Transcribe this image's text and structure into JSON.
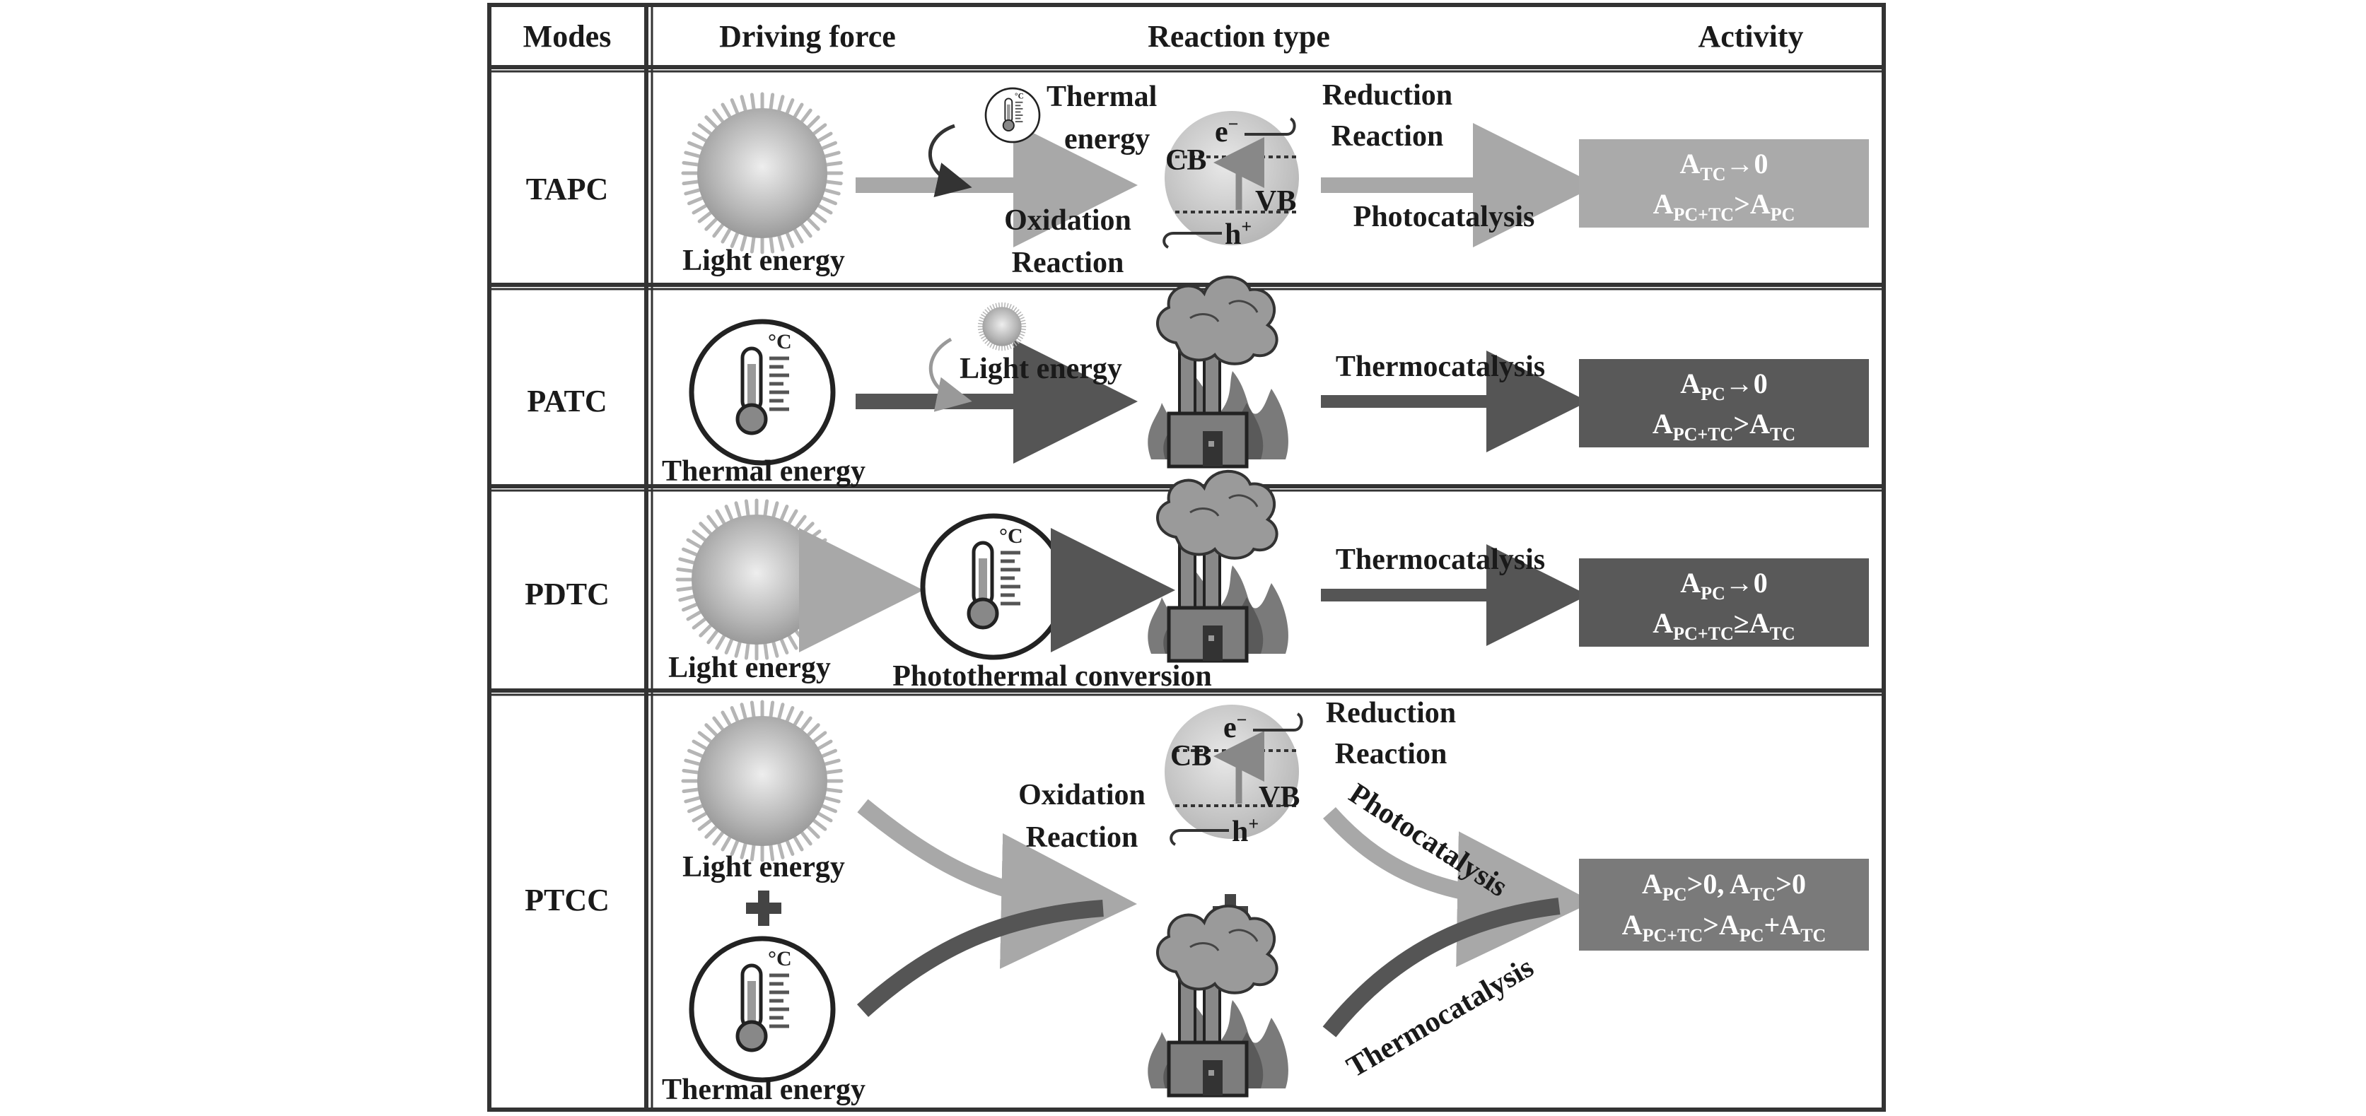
{
  "headers": {
    "modes": "Modes",
    "driving_force": "Driving force",
    "reaction_type": "Reaction type",
    "activity": "Activity"
  },
  "rows": {
    "tapc": {
      "mode": "TAPC",
      "light_energy": "Light energy",
      "thermal": [
        "Thermal",
        "energy"
      ],
      "oxidation": [
        "Oxidation",
        "Reaction"
      ],
      "reduction": [
        "Reduction",
        "Reaction"
      ],
      "cb": "CB",
      "vb": "VB",
      "electron": "e",
      "hole": "h",
      "process": "Photocatalysis",
      "activity_line1": "A_TC→0",
      "activity_line2": "A_PC+TC>A_PC",
      "activity_color": "#aaaaaa"
    },
    "patc": {
      "mode": "PATC",
      "thermal_energy": "Thermal energy",
      "light_energy": "Light energy",
      "process": "Thermocatalysis",
      "activity_line1": "A_PC→0",
      "activity_line2": "A_PC+TC>A_TC",
      "activity_color": "#595959"
    },
    "pdtc": {
      "mode": "PDTC",
      "light_energy": "Light energy",
      "conversion": "Photothermal conversion",
      "process": "Thermocatalysis",
      "activity_line1": "A_PC→0",
      "activity_line2": "A_PC+TC≥A_TC",
      "activity_color": "#595959"
    },
    "ptcc": {
      "mode": "PTCC",
      "light_energy": "Light energy",
      "thermal_energy": "Thermal energy",
      "oxidation": [
        "Oxidation",
        "Reaction"
      ],
      "reduction": [
        "Reduction",
        "Reaction"
      ],
      "cb": "CB",
      "vb": "VB",
      "electron": "e",
      "hole": "h",
      "process_photo": "Photocatalysis",
      "process_thermo": "Thermocatalysis",
      "activity_line1": "A_PC>0, A_TC>0",
      "activity_line2": "A_PC+TC>A_PC+A_TC",
      "activity_color": "#7a7a7a"
    }
  },
  "icons": {
    "sun": "sun-icon",
    "thermometer": "thermometer-icon",
    "factory": "factory-fire-icon",
    "semiconductor": "semiconductor-band-icon",
    "plus": "plus-icon"
  },
  "colors": {
    "light_arrow": "#a8a8a8",
    "dark_arrow": "#555555",
    "grid": "#333333"
  }
}
